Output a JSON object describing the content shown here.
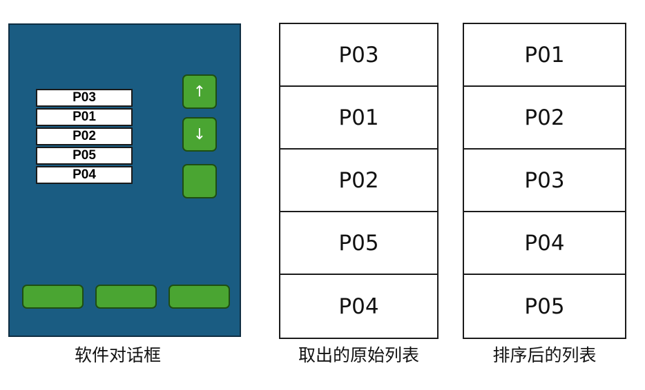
{
  "dialog": {
    "caption": "软件对话框",
    "mini_list": [
      "P03",
      "P01",
      "P02",
      "P05",
      "P04"
    ],
    "buttons": {
      "move_up": {
        "label": "↑",
        "icon": "arrow-up-icon"
      },
      "move_down": {
        "label": "↓",
        "icon": "arrow-down-icon"
      },
      "extra": {
        "label": ""
      },
      "bottom": [
        "",
        "",
        ""
      ]
    },
    "colors": {
      "background": "#1a5c82",
      "button": "#4aa532"
    }
  },
  "original_list": {
    "caption": "取出的原始列表",
    "items": [
      "P03",
      "P01",
      "P02",
      "P05",
      "P04"
    ]
  },
  "sorted_list": {
    "caption": "排序后的列表",
    "items": [
      "P01",
      "P02",
      "P03",
      "P04",
      "P05"
    ]
  }
}
